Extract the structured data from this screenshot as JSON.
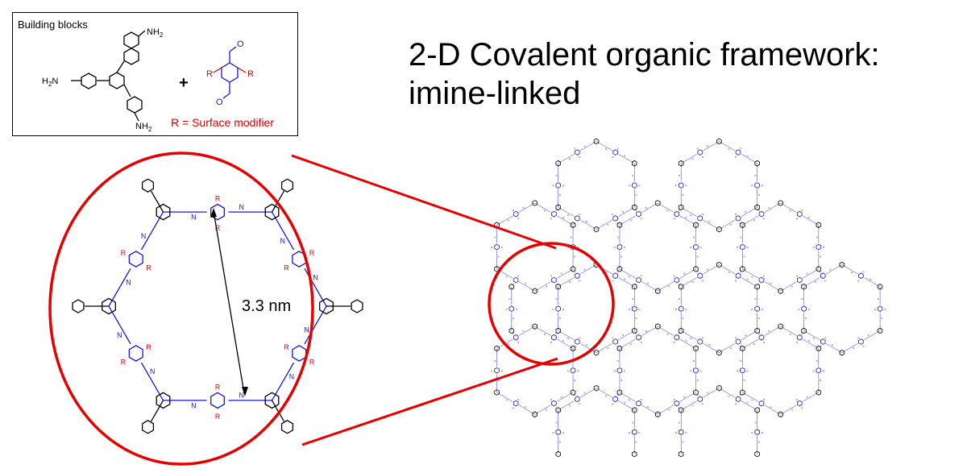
{
  "building_blocks": {
    "title": "Building blocks",
    "amine_label_top": "NH",
    "amine_label_left": "H",
    "amine_label_bottom": "NH",
    "subscript": "2",
    "amine_n": "N",
    "aldehyde_o": "O",
    "r_label": "R",
    "plus": "+",
    "r_note": "R = Surface modifier"
  },
  "heading": {
    "line1": "2-D Covalent organic framework:",
    "line2": "imine-linked"
  },
  "zoom": {
    "distance_label": "3.3 nm",
    "imine_n": "N",
    "r_label": "R"
  },
  "colors": {
    "linker": "#1414e6",
    "modifier": "#e00000",
    "node": "#000000",
    "callout": "#e60000"
  }
}
